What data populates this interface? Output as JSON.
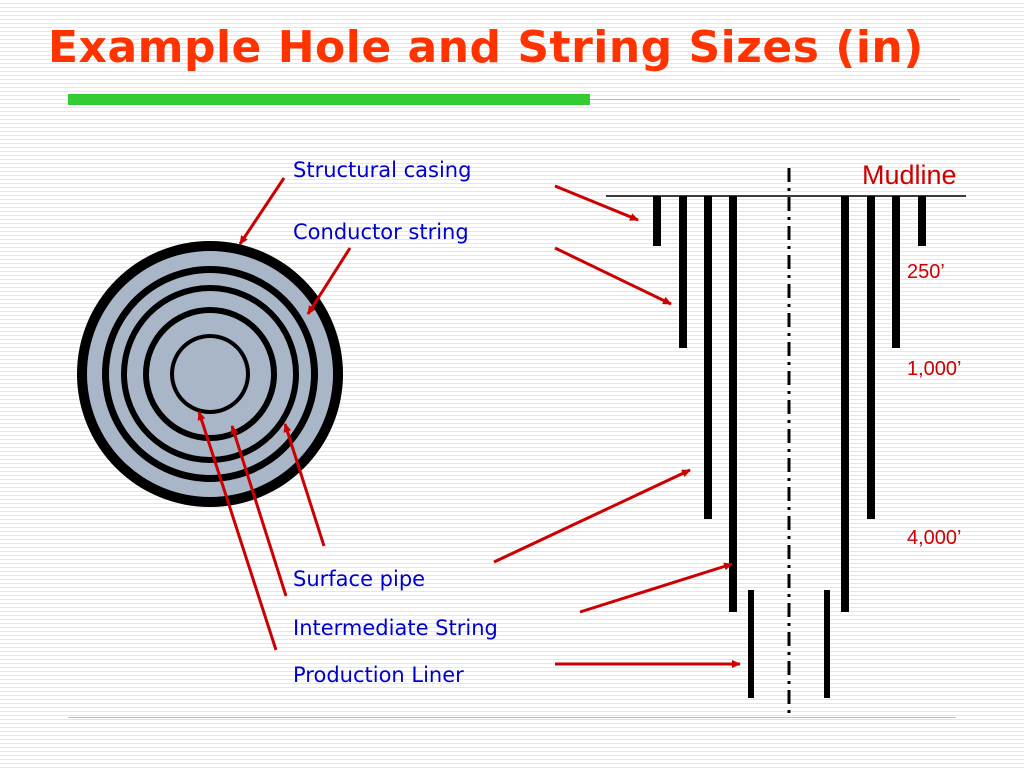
{
  "slide": {
    "title": "Example Hole and String Sizes  (in)"
  },
  "labels": {
    "structural_casing": "Structural casing",
    "conductor_string": "Conductor string",
    "surface_pipe": "Surface pipe",
    "intermediate_string": "Intermediate String",
    "production_liner": "Production Liner",
    "mudline": "Mudline"
  },
  "depths": {
    "d250": "250’",
    "d1000": "1,000’",
    "d4000": "4,000’"
  },
  "colors": {
    "title": "#ff3300",
    "accent": "#33cc33",
    "label_text": "#0000cc",
    "arrow": "#cc0000",
    "depth_text": "#cc0000",
    "pipe_fill": "#a8b6c8",
    "pipe_wall": "#000000"
  }
}
